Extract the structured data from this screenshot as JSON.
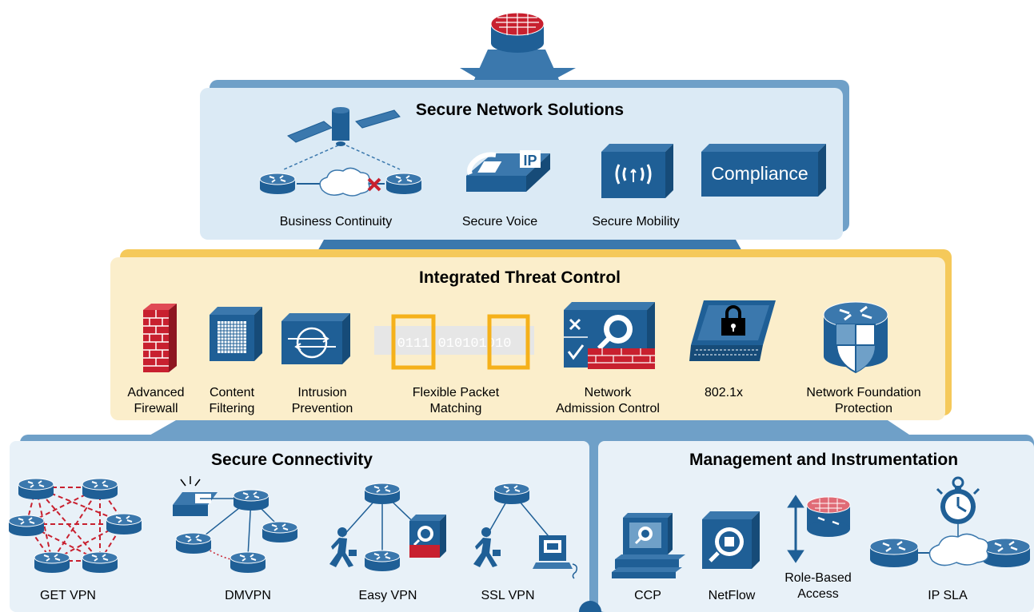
{
  "colors": {
    "blue_dark": "#1f5f96",
    "blue_mid": "#3b78ad",
    "blue_panel": "#dbeaf5",
    "blue_band": "#6fa0c8",
    "amber_panel": "#fbeecb",
    "amber_band": "#f5c95a",
    "red": "#c8202f"
  },
  "top_router_icon": "firewall-router-icon",
  "secure_network": {
    "title": "Secure Network Solutions",
    "items": [
      {
        "label": "Business Continuity",
        "icon": "business-continuity-icon"
      },
      {
        "label": "Secure Voice",
        "icon": "ip-phone-icon"
      },
      {
        "label": "Secure Mobility",
        "icon": "wireless-icon"
      },
      {
        "label": "Compliance",
        "icon": "compliance-box-icon"
      }
    ]
  },
  "threat_control": {
    "title": "Integrated Threat Control",
    "items": [
      {
        "line1": "Advanced",
        "line2": "Firewall",
        "icon": "firewall-wall-icon"
      },
      {
        "line1": "Content",
        "line2": "Filtering",
        "icon": "content-filter-icon"
      },
      {
        "line1": "Intrusion",
        "line2": "Prevention",
        "icon": "ips-icon"
      },
      {
        "line1": "Flexible Packet",
        "line2": "Matching",
        "icon": "packet-match-icon",
        "bits": "0111 010101010"
      },
      {
        "line1": "Network",
        "line2": "Admission Control",
        "icon": "nac-icon"
      },
      {
        "line1": "802.1x",
        "line2": "",
        "icon": "laptop-lock-icon"
      },
      {
        "line1": "Network Foundation",
        "line2": "Protection",
        "icon": "router-shield-icon"
      }
    ]
  },
  "secure_connectivity": {
    "title": "Secure Connectivity",
    "items": [
      {
        "label": "GET VPN",
        "icon": "get-vpn-mesh-icon"
      },
      {
        "label": "DMVPN",
        "icon": "dmvpn-icon"
      },
      {
        "label": "Easy VPN",
        "icon": "easy-vpn-icon"
      },
      {
        "label": "SSL VPN",
        "icon": "ssl-vpn-icon"
      }
    ]
  },
  "management": {
    "title": "Management and Instrumentation",
    "items": [
      {
        "line1": "CCP",
        "line2": "",
        "icon": "ccp-workstation-icon"
      },
      {
        "line1": "NetFlow",
        "line2": "",
        "icon": "netflow-icon"
      },
      {
        "line1": "Role-Based",
        "line2": "Access",
        "icon": "role-based-access-icon"
      },
      {
        "line1": "IP SLA",
        "line2": "",
        "icon": "ip-sla-icon"
      }
    ]
  },
  "compliance_text": "Compliance",
  "ip_text": "IP"
}
